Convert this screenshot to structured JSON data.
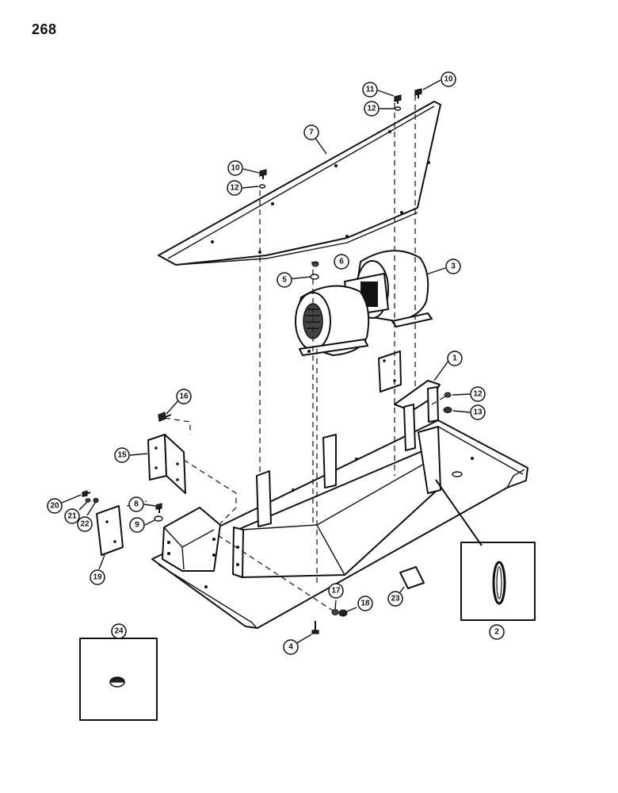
{
  "page": {
    "number": "268"
  },
  "callouts": [
    {
      "id": "c1",
      "label": "1"
    },
    {
      "id": "c2",
      "label": "2"
    },
    {
      "id": "c3",
      "label": "3"
    },
    {
      "id": "c4",
      "label": "4"
    },
    {
      "id": "c5",
      "label": "5"
    },
    {
      "id": "c6",
      "label": "6"
    },
    {
      "id": "c7",
      "label": "7"
    },
    {
      "id": "c8",
      "label": "8"
    },
    {
      "id": "c9",
      "label": "9"
    },
    {
      "id": "c10a",
      "label": "10"
    },
    {
      "id": "c10b",
      "label": "10"
    },
    {
      "id": "c11",
      "label": "11"
    },
    {
      "id": "c12a",
      "label": "12"
    },
    {
      "id": "c12b",
      "label": "12"
    },
    {
      "id": "c12c",
      "label": "12"
    },
    {
      "id": "c13",
      "label": "13"
    },
    {
      "id": "c15",
      "label": "15"
    },
    {
      "id": "c16",
      "label": "16"
    },
    {
      "id": "c17",
      "label": "17"
    },
    {
      "id": "c18",
      "label": "18"
    },
    {
      "id": "c19",
      "label": "19"
    },
    {
      "id": "c20",
      "label": "20"
    },
    {
      "id": "c21",
      "label": "21"
    },
    {
      "id": "c22",
      "label": "22"
    },
    {
      "id": "c23",
      "label": "23"
    },
    {
      "id": "c24",
      "label": "24"
    }
  ]
}
